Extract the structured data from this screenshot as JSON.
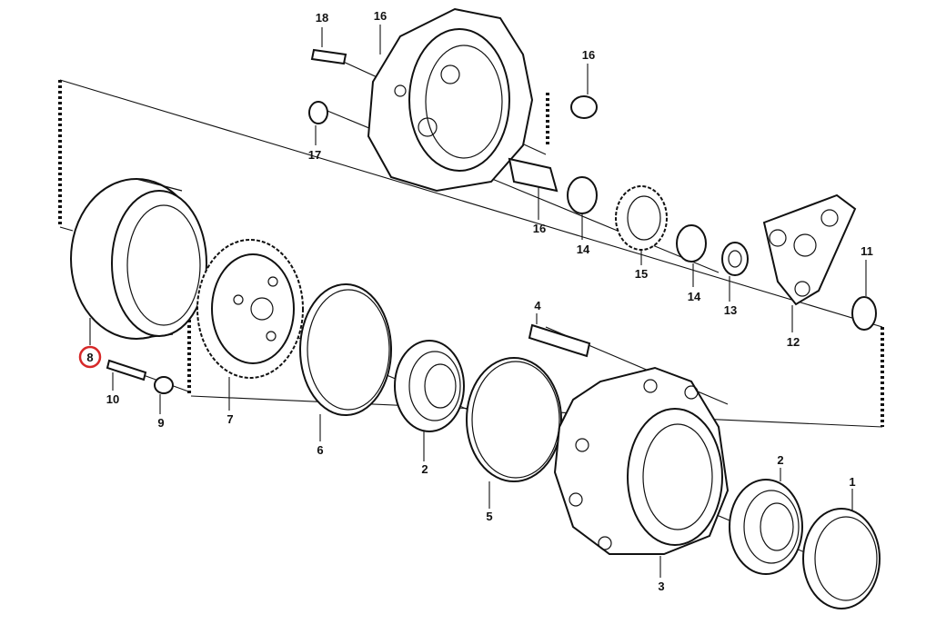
{
  "labels": {
    "p1": "1",
    "p2a": "2",
    "p2b": "2",
    "p3": "3",
    "p4": "4",
    "p5": "5",
    "p6": "6",
    "p7": "7",
    "p8": "8",
    "p9": "9",
    "p10": "10",
    "p11": "11",
    "p12": "12",
    "p13": "13",
    "p14a": "14",
    "p14b": "14",
    "p15": "15",
    "p16a": "16",
    "p16b": "16",
    "p16c": "16",
    "p17": "17",
    "p18": "18"
  },
  "colors": {
    "highlight": "#d62828",
    "line": "#111111",
    "background": "#ffffff"
  }
}
